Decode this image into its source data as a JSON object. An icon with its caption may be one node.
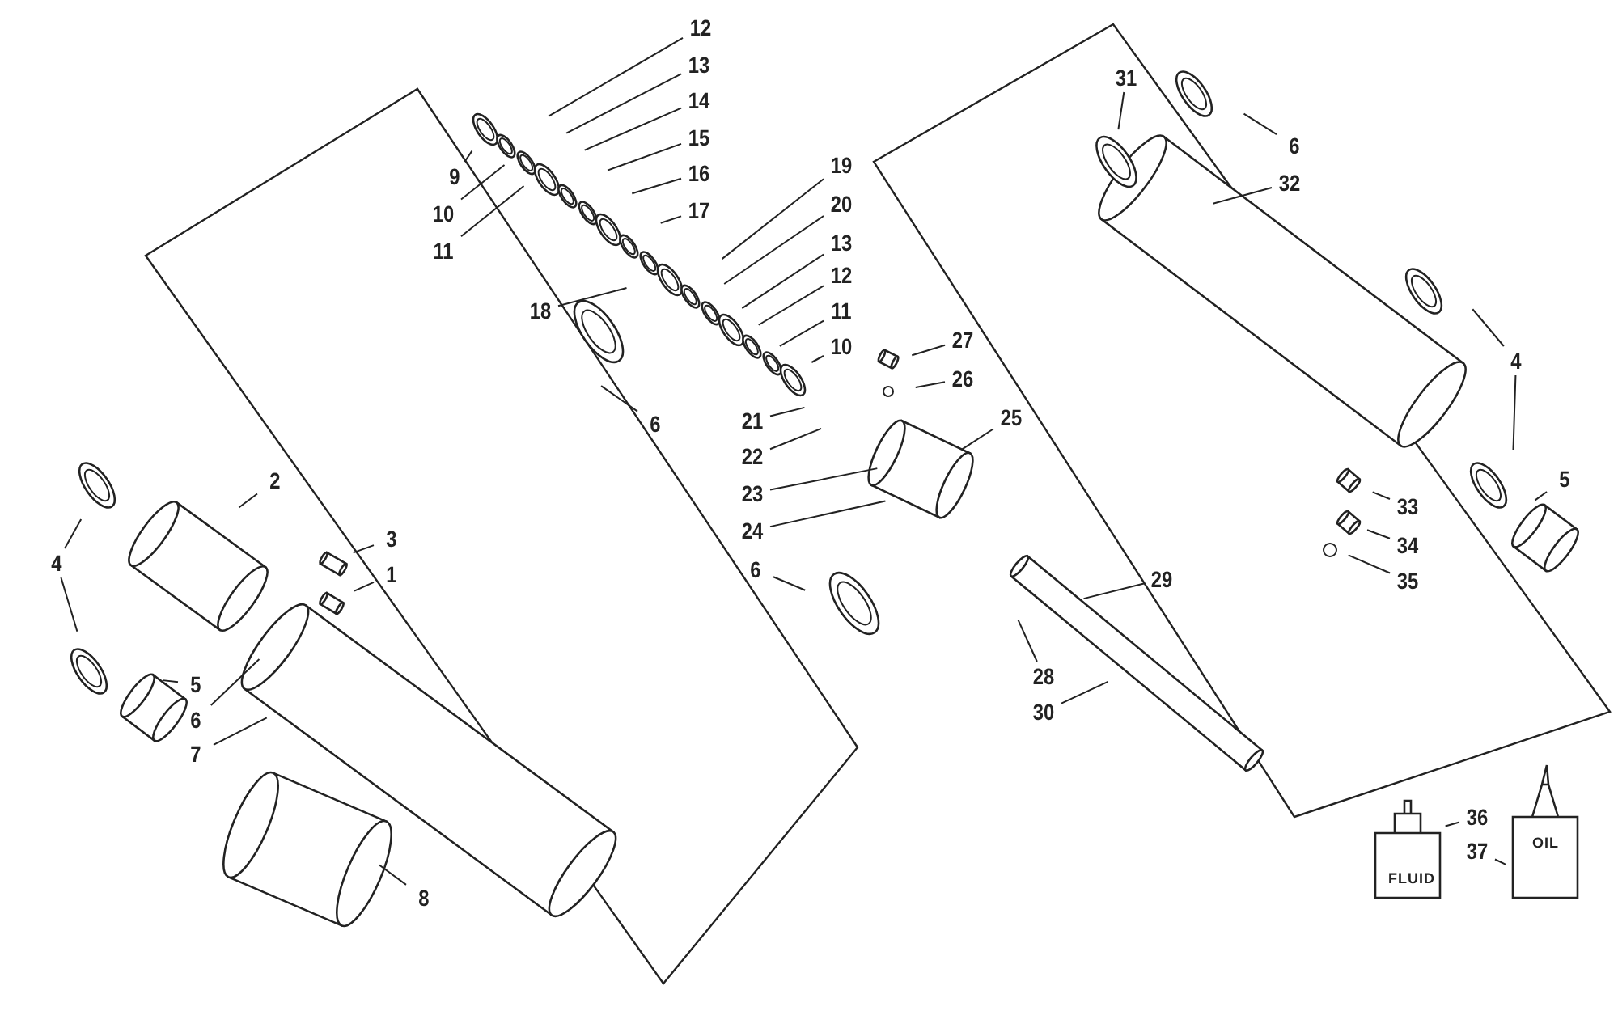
{
  "diagram": {
    "nodes": [
      {
        "text": [
          "12"
        ]
      },
      {
        "text": [
          "13"
        ]
      },
      {
        "text": [
          "14"
        ]
      },
      {
        "text": [
          "15"
        ]
      },
      {
        "text": [
          "16"
        ]
      },
      {
        "text": [
          "17"
        ]
      },
      {
        "text": [
          "9"
        ]
      },
      {
        "text": [
          "10"
        ]
      },
      {
        "text": [
          "11"
        ]
      },
      {
        "text": [
          "31"
        ]
      },
      {
        "text": [
          "6"
        ]
      },
      {
        "text": [
          "32"
        ]
      },
      {
        "text": [
          "19"
        ]
      },
      {
        "text": [
          "20"
        ]
      },
      {
        "text": [
          "13"
        ]
      },
      {
        "text": [
          "12"
        ]
      },
      {
        "text": [
          "11"
        ]
      },
      {
        "text": [
          "10"
        ]
      },
      {
        "text": [
          "18"
        ]
      },
      {
        "text": [
          "27"
        ]
      },
      {
        "text": [
          "26"
        ]
      },
      {
        "text": [
          "4"
        ]
      },
      {
        "text": [
          "6"
        ]
      },
      {
        "text": [
          "21"
        ]
      },
      {
        "text": [
          "22"
        ]
      },
      {
        "text": [
          "23"
        ]
      },
      {
        "text": [
          "24"
        ]
      },
      {
        "text": [
          "25"
        ]
      },
      {
        "text": [
          "2"
        ]
      },
      {
        "text": [
          "3"
        ]
      },
      {
        "text": [
          "5"
        ]
      },
      {
        "text": [
          "33"
        ]
      },
      {
        "text": [
          "34"
        ]
      },
      {
        "text": [
          "1"
        ]
      },
      {
        "text": [
          "4"
        ]
      },
      {
        "text": [
          "6"
        ]
      },
      {
        "text": [
          "35"
        ]
      },
      {
        "text": [
          "29"
        ]
      },
      {
        "text": [
          "28"
        ]
      },
      {
        "text": [
          "5"
        ]
      },
      {
        "text": [
          "30"
        ]
      },
      {
        "text": [
          "6"
        ]
      },
      {
        "text": [
          "7"
        ]
      },
      {
        "text": [
          "36"
        ]
      },
      {
        "text": [
          "37"
        ]
      },
      {
        "text": [
          "8"
        ]
      }
    ],
    "edges": [
      {
        "from": 0,
        "to": null,
        "arrow": "none"
      },
      {
        "from": 1,
        "to": null,
        "arrow": "none"
      },
      {
        "from": 2,
        "to": null,
        "arrow": "none"
      },
      {
        "from": 3,
        "to": null,
        "arrow": "none"
      },
      {
        "from": 4,
        "to": null,
        "arrow": "none"
      },
      {
        "from": 5,
        "to": null,
        "arrow": "none"
      },
      {
        "from": 6,
        "to": null,
        "arrow": "none"
      },
      {
        "from": 7,
        "to": null,
        "arrow": "none"
      },
      {
        "from": 8,
        "to": null,
        "arrow": "none"
      },
      {
        "from": 9,
        "to": null,
        "arrow": "none"
      },
      {
        "from": 10,
        "to": null,
        "arrow": "none"
      },
      {
        "from": 11,
        "to": null,
        "arrow": "none"
      },
      {
        "from": 12,
        "to": null,
        "arrow": "none"
      },
      {
        "from": 13,
        "to": null,
        "arrow": "none"
      },
      {
        "from": 14,
        "to": null,
        "arrow": "none"
      },
      {
        "from": 15,
        "to": null,
        "arrow": "none"
      },
      {
        "from": 16,
        "to": null,
        "arrow": "none"
      },
      {
        "from": 17,
        "to": null,
        "arrow": "none"
      },
      {
        "from": 18,
        "to": null,
        "arrow": "none"
      },
      {
        "from": 19,
        "to": null,
        "arrow": "none"
      },
      {
        "from": 20,
        "to": null,
        "arrow": "none"
      },
      {
        "from": 21,
        "to": null,
        "arrow": "none"
      },
      {
        "from": 22,
        "to": null,
        "arrow": "none"
      },
      {
        "from": 23,
        "to": null,
        "arrow": "none"
      },
      {
        "from": 24,
        "to": null,
        "arrow": "none"
      },
      {
        "from": 25,
        "to": null,
        "arrow": "none"
      },
      {
        "from": 26,
        "to": null,
        "arrow": "none"
      },
      {
        "from": 27,
        "to": null,
        "arrow": "none"
      },
      {
        "from": 28,
        "to": null,
        "arrow": "none"
      },
      {
        "from": 29,
        "to": null,
        "arrow": "none"
      },
      {
        "from": 30,
        "to": null,
        "arrow": "none"
      },
      {
        "from": 31,
        "to": null,
        "arrow": "none"
      },
      {
        "from": 32,
        "to": null,
        "arrow": "none"
      },
      {
        "from": 33,
        "to": null,
        "arrow": "none"
      },
      {
        "from": 34,
        "to": null,
        "arrow": "none"
      },
      {
        "from": 35,
        "to": null,
        "arrow": "none"
      },
      {
        "from": 36,
        "to": null,
        "arrow": "none"
      },
      {
        "from": 37,
        "to": null,
        "arrow": "none"
      },
      {
        "from": 38,
        "to": null,
        "arrow": "none"
      },
      {
        "from": 39,
        "to": null,
        "arrow": "none"
      },
      {
        "from": 40,
        "to": null,
        "arrow": "none"
      },
      {
        "from": 41,
        "to": null,
        "arrow": "none"
      },
      {
        "from": 42,
        "to": null,
        "arrow": "none"
      },
      {
        "from": 43,
        "to": null,
        "arrow": "none"
      },
      {
        "from": 44,
        "to": null,
        "arrow": "none"
      },
      {
        "from": 45,
        "to": null,
        "arrow": "none"
      },
      {
        "from": 21,
        "to": null,
        "arrow": "none"
      },
      {
        "from": 34,
        "to": null,
        "arrow": "none"
      }
    ],
    "labels": [
      "FLUID",
      "OIL"
    ]
  }
}
